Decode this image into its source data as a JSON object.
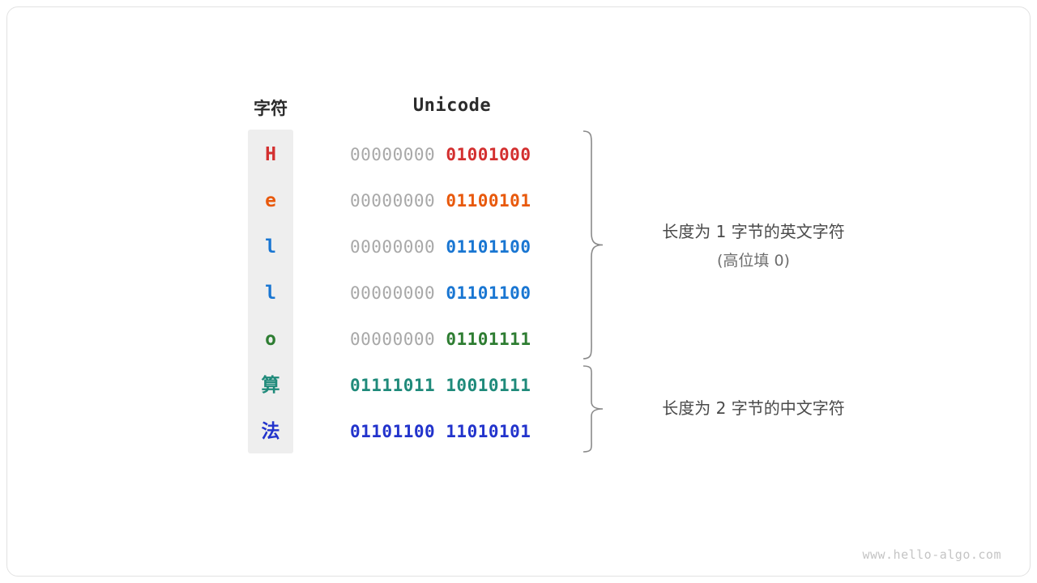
{
  "headers": {
    "char": "字符",
    "unicode": "Unicode"
  },
  "colors": {
    "red": "#d32f2f",
    "orange": "#e8590c",
    "blue": "#1976d2",
    "green": "#2e7d32",
    "teal": "#1f8a7a",
    "indigo": "#2233cc",
    "pad": "#a8a8a8",
    "column_bg": "#eeeeee",
    "frame_border": "#e2e2e2",
    "brace": "#8a8a8a",
    "text": "#4a4a4a"
  },
  "rows": [
    {
      "char": "H",
      "char_color": "#d32f2f",
      "pad": "00000000",
      "bits": "01001000",
      "bits_color": "#d32f2f",
      "cjk": false
    },
    {
      "char": "e",
      "char_color": "#e8590c",
      "pad": "00000000",
      "bits": "01100101",
      "bits_color": "#e8590c",
      "cjk": false
    },
    {
      "char": "l",
      "char_color": "#1976d2",
      "pad": "00000000",
      "bits": "01101100",
      "bits_color": "#1976d2",
      "cjk": false
    },
    {
      "char": "l",
      "char_color": "#1976d2",
      "pad": "00000000",
      "bits": "01101100",
      "bits_color": "#1976d2",
      "cjk": false
    },
    {
      "char": "o",
      "char_color": "#2e7d32",
      "pad": "00000000",
      "bits": "01101111",
      "bits_color": "#2e7d32",
      "cjk": false
    },
    {
      "char": "算",
      "char_color": "#1f8a7a",
      "pad": "",
      "bits": "01111011 10010111",
      "bits_color": "#1f8a7a",
      "cjk": true
    },
    {
      "char": "法",
      "char_color": "#2233cc",
      "pad": "",
      "bits": "01101100 11010101",
      "bits_color": "#2233cc",
      "cjk": true
    }
  ],
  "annotations": {
    "group1_line1": "长度为 1 字节的英文字符",
    "group1_line2": "(高位填 0)",
    "group2_line1": "长度为 2 字节的中文字符"
  },
  "watermark": "www.hello-algo.com"
}
